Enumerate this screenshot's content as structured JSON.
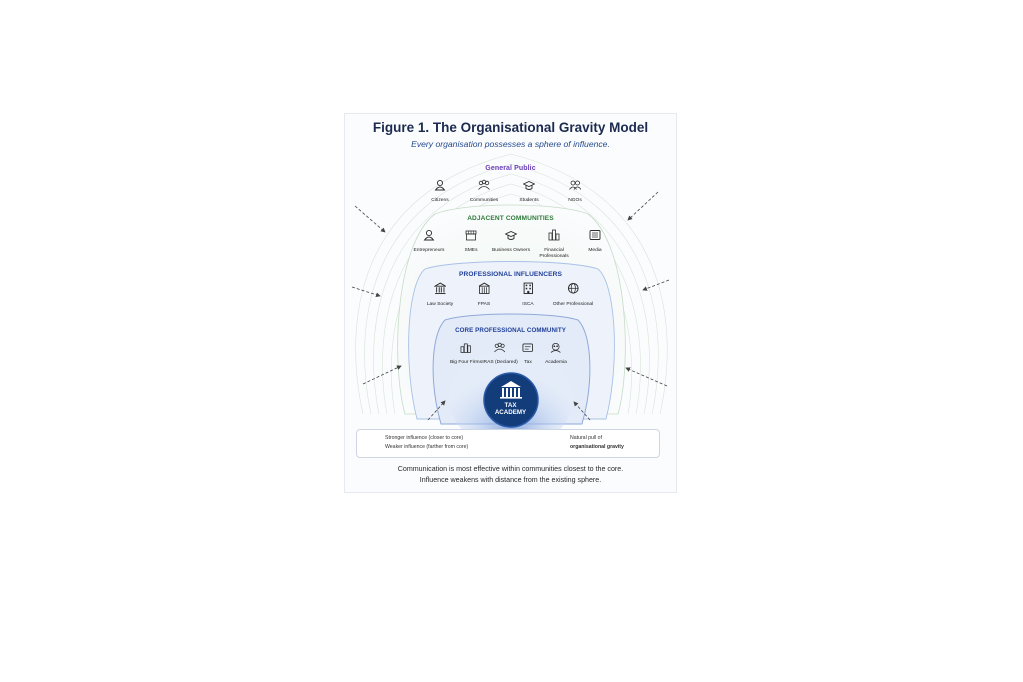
{
  "title": "Figure 1.  The Organisational Gravity Model",
  "subtitle": "Every organisation possesses a sphere of influence.",
  "sections": {
    "general_public": {
      "heading": "General Public",
      "color": "#6a3fb6",
      "items": [
        {
          "label": "Citizens",
          "icon": "person-icon"
        },
        {
          "label": "Communities",
          "icon": "group-icon"
        },
        {
          "label": "Students",
          "icon": "graduation-cap-icon"
        },
        {
          "label": "NGOs",
          "icon": "people-pair-icon"
        }
      ]
    },
    "adjacent": {
      "heading": "ADJACENT COMMUNITIES",
      "color": "#2f7a3a",
      "items": [
        {
          "label": "Entrepreneurs",
          "icon": "person-icon"
        },
        {
          "label": "SMEs",
          "icon": "storefront-icon"
        },
        {
          "label": "Business Owners",
          "icon": "graduation-cap-icon"
        },
        {
          "label": "Financial Professionals",
          "icon": "building-cluster-icon"
        },
        {
          "label": "Media",
          "icon": "newspaper-icon"
        }
      ]
    },
    "professional": {
      "heading": "PROFESSIONAL INFLUENCERS",
      "color": "#1f3f9a",
      "items": [
        {
          "label": "Law Society",
          "icon": "courthouse-icon"
        },
        {
          "label": "FPAS",
          "icon": "institution-icon"
        },
        {
          "label": "ISCA",
          "icon": "office-building-icon"
        },
        {
          "label": "Other Professional",
          "icon": "globe-network-icon"
        }
      ]
    },
    "core_community": {
      "heading": "CORE PROFESSIONAL COMMUNITY",
      "color": "#1f3f9a",
      "items": [
        {
          "label": "Big Four Firms",
          "icon": "city-buildings-icon"
        },
        {
          "label": "IRAS (Declared)",
          "icon": "group-icon"
        },
        {
          "label": "Tax",
          "icon": "tax-document-icon"
        },
        {
          "label": "Academia",
          "icon": "academic-people-icon"
        }
      ]
    }
  },
  "core": {
    "line1": "TAX",
    "line2": "ACADEMY",
    "icon": "academy-pillars-icon",
    "color": "#123d7a"
  },
  "legend": {
    "stronger": "Stronger influence (closer to core)",
    "weaker": "Weaker influence (farther from core)",
    "pull_line1": "Natural pull of",
    "pull_line2": "organisational gravity"
  },
  "footer": {
    "line1": "Communication is most effective within communities closest to the core.",
    "line2": "Influence weakens with distance from the existing sphere."
  },
  "colors": {
    "ring_outer": "#d6e6d6",
    "ring_inner": "#b9cdea",
    "accent": "#1b2a4e"
  }
}
